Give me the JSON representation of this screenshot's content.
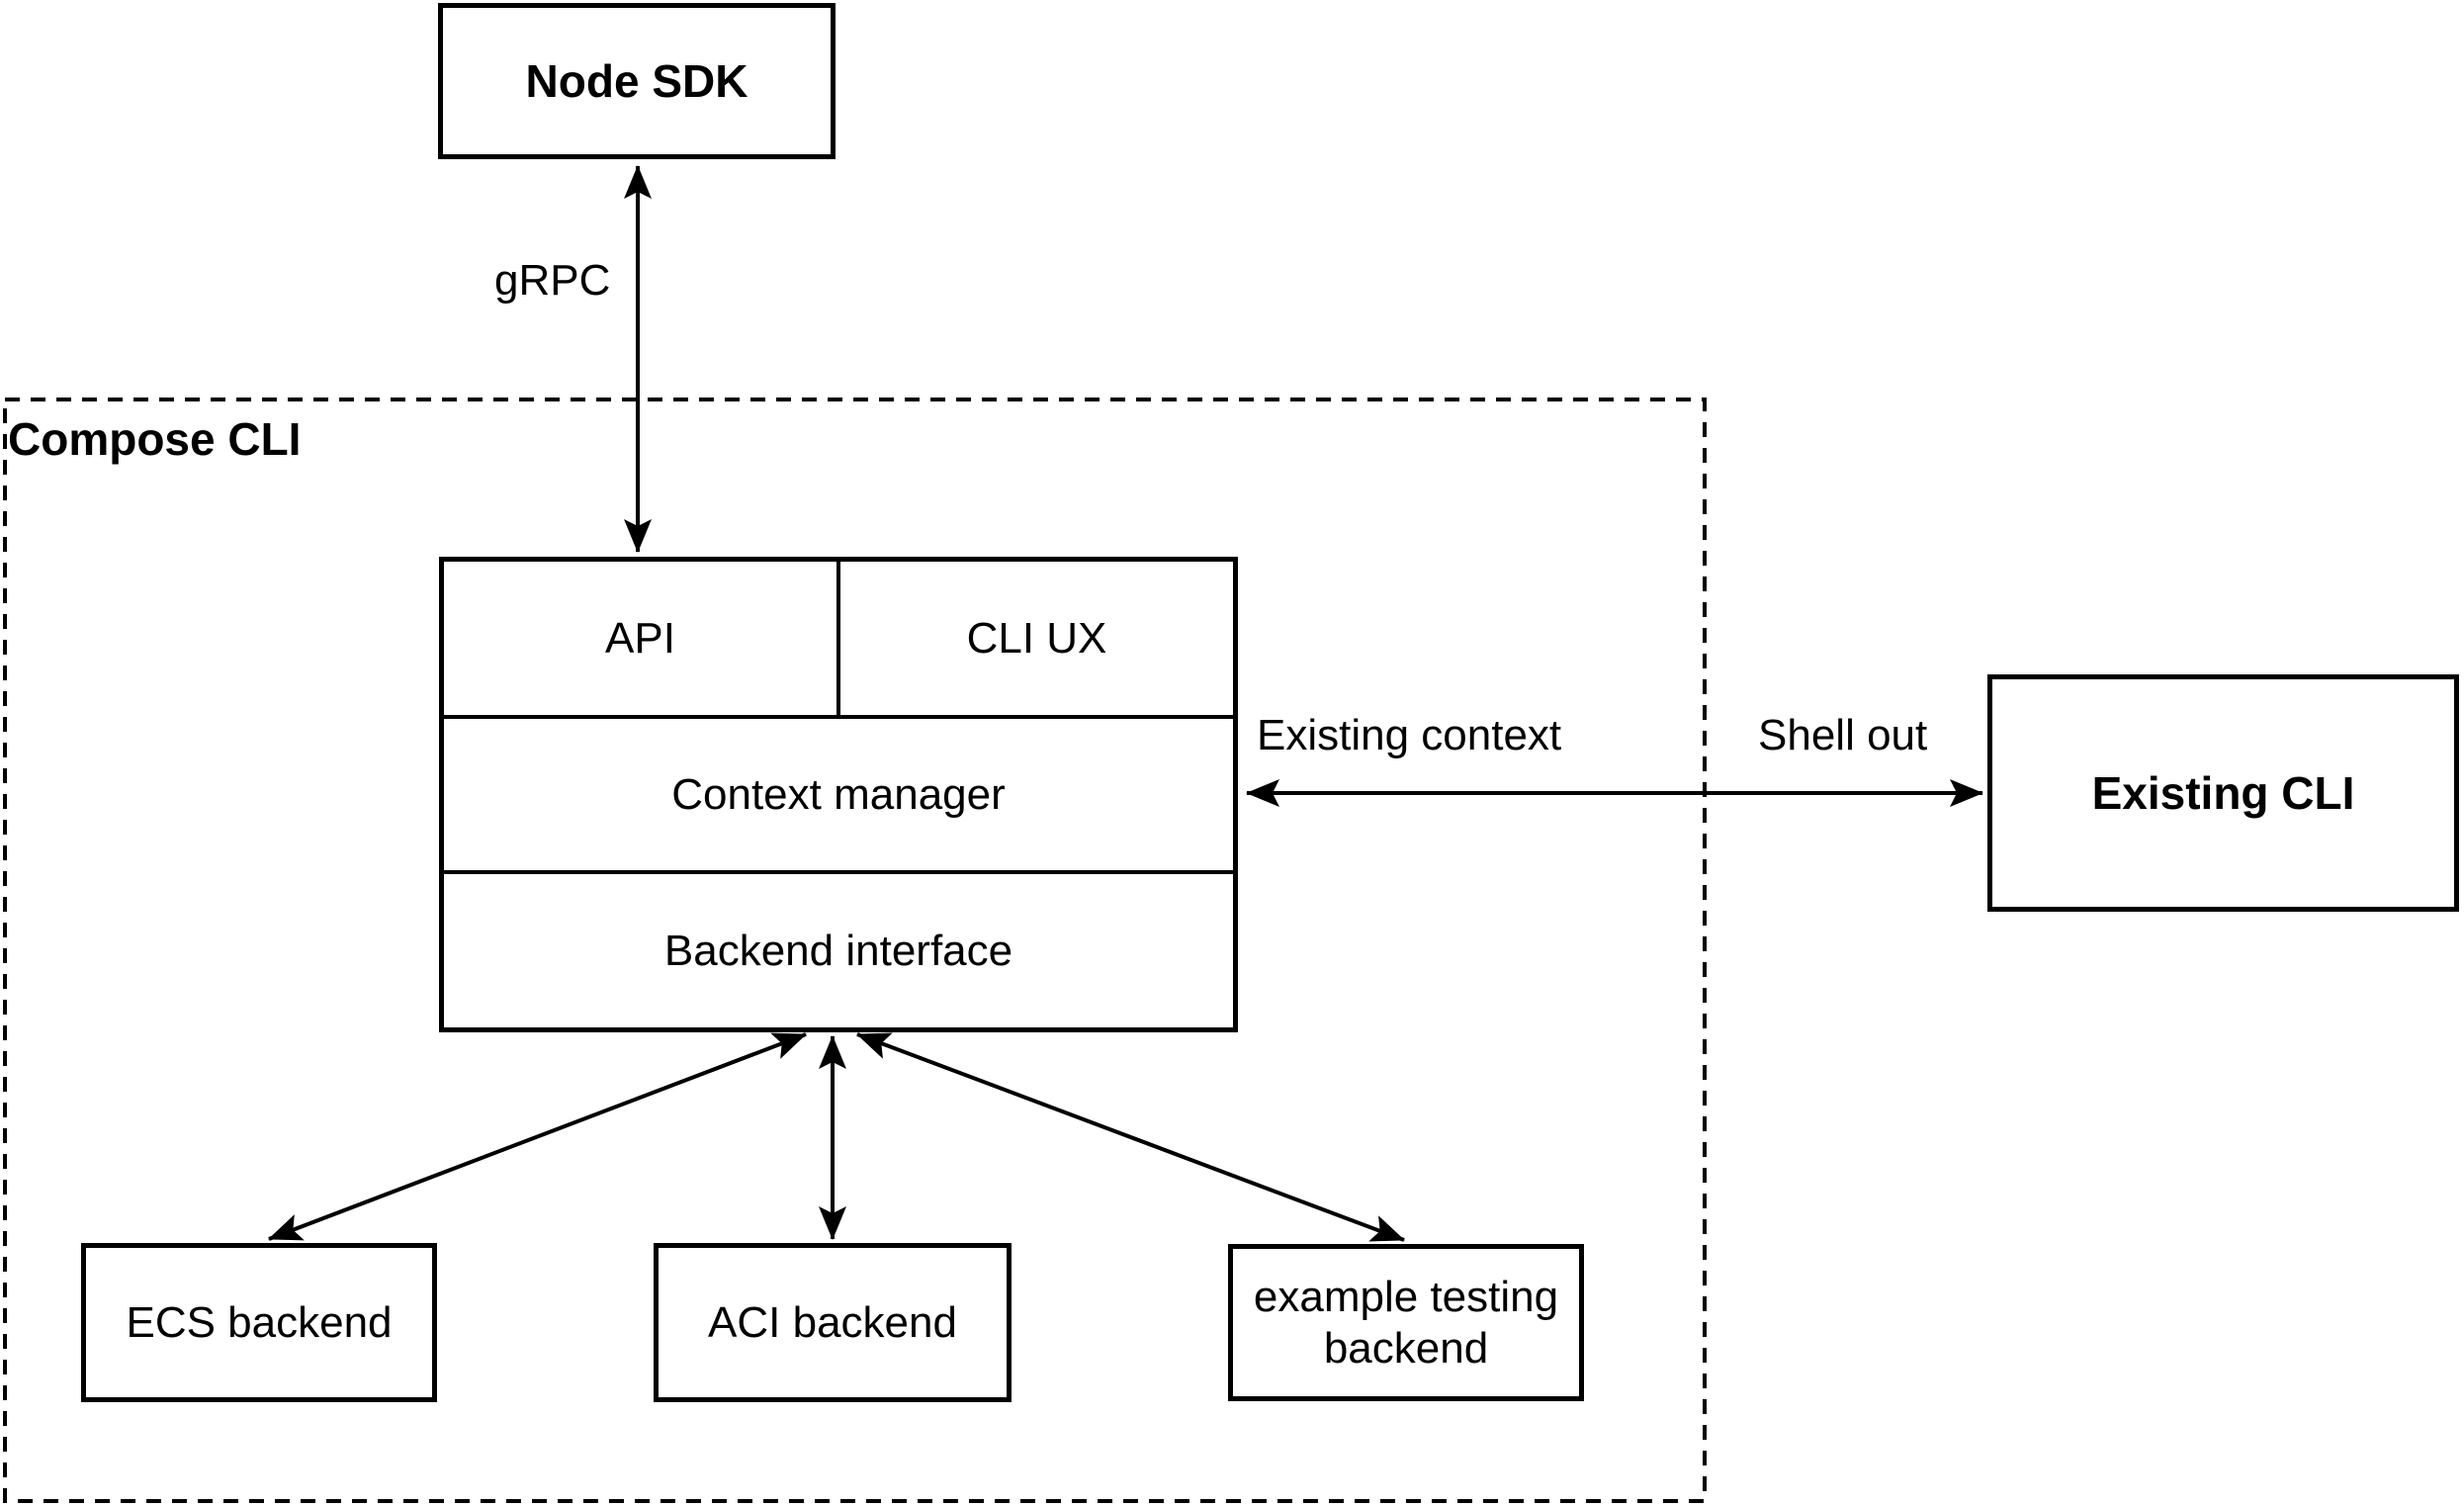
{
  "diagram": {
    "title_nodes": {
      "node_sdk": {
        "label": "Node SDK"
      },
      "existing_cli": {
        "label": "Existing CLI"
      }
    },
    "container": {
      "label": "Compose CLI"
    },
    "stack": {
      "api": {
        "label": "API"
      },
      "cli_ux": {
        "label": "CLI UX"
      },
      "context_manager": {
        "label": "Context manager"
      },
      "backend_interface": {
        "label": "Backend interface"
      }
    },
    "backends": {
      "ecs": {
        "label": "ECS backend"
      },
      "aci": {
        "label": "ACI backend"
      },
      "example": {
        "label": "example testing backend"
      }
    },
    "edge_labels": {
      "grpc": "gRPC",
      "existing_context": "Existing context",
      "shell_out": "Shell out"
    },
    "colors": {
      "stroke": "#000000",
      "fill": "#ffffff",
      "background": "#ffffff"
    }
  }
}
